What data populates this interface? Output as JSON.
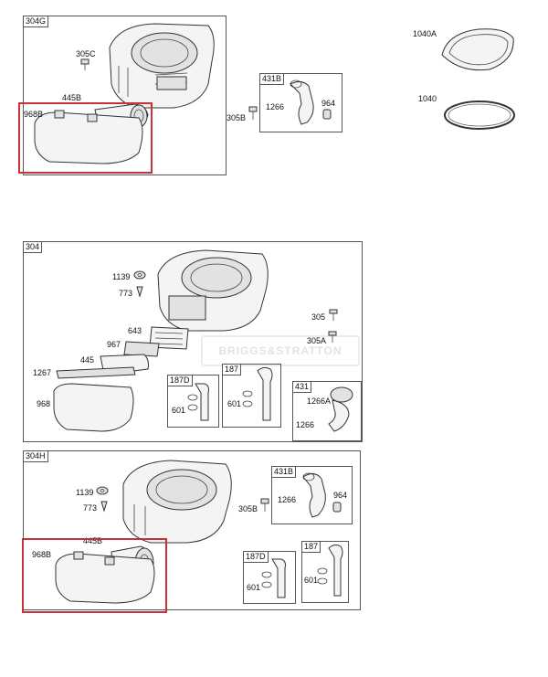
{
  "watermark": "BRIGGS&STRATTON",
  "sections": {
    "s304g": {
      "title": "304G",
      "labels": {
        "l305c": "305C",
        "l445b": "445B",
        "l968b": "968B",
        "l305b": "305B"
      },
      "inset431b": {
        "title": "431B",
        "l1266": "1266",
        "l964": "964"
      }
    },
    "top_right": {
      "l1040a": "1040A",
      "l1040": "1040"
    },
    "s304": {
      "title": "304",
      "labels": {
        "l1139": "1139",
        "l773": "773",
        "l643": "643",
        "l967": "967",
        "l445": "445",
        "l1267": "1267",
        "l968": "968",
        "l305": "305",
        "l305a": "305A"
      },
      "inset187d": {
        "title": "187D",
        "l601": "601"
      },
      "inset187": {
        "title": "187",
        "l601": "601"
      },
      "inset431": {
        "title": "431",
        "l1266a": "1266A",
        "l1266": "1266"
      }
    },
    "s304h": {
      "title": "304H",
      "labels": {
        "l1139": "1139",
        "l773": "773",
        "l305b": "305B",
        "l445b": "445B",
        "l968b": "968B"
      },
      "inset431b": {
        "title": "431B",
        "l1266": "1266",
        "l964": "964"
      },
      "inset187d": {
        "title": "187D",
        "l601": "601"
      },
      "inset187": {
        "title": "187",
        "l601": "601"
      }
    }
  },
  "colors": {
    "highlight": "#c8303a",
    "border": "#555555"
  }
}
